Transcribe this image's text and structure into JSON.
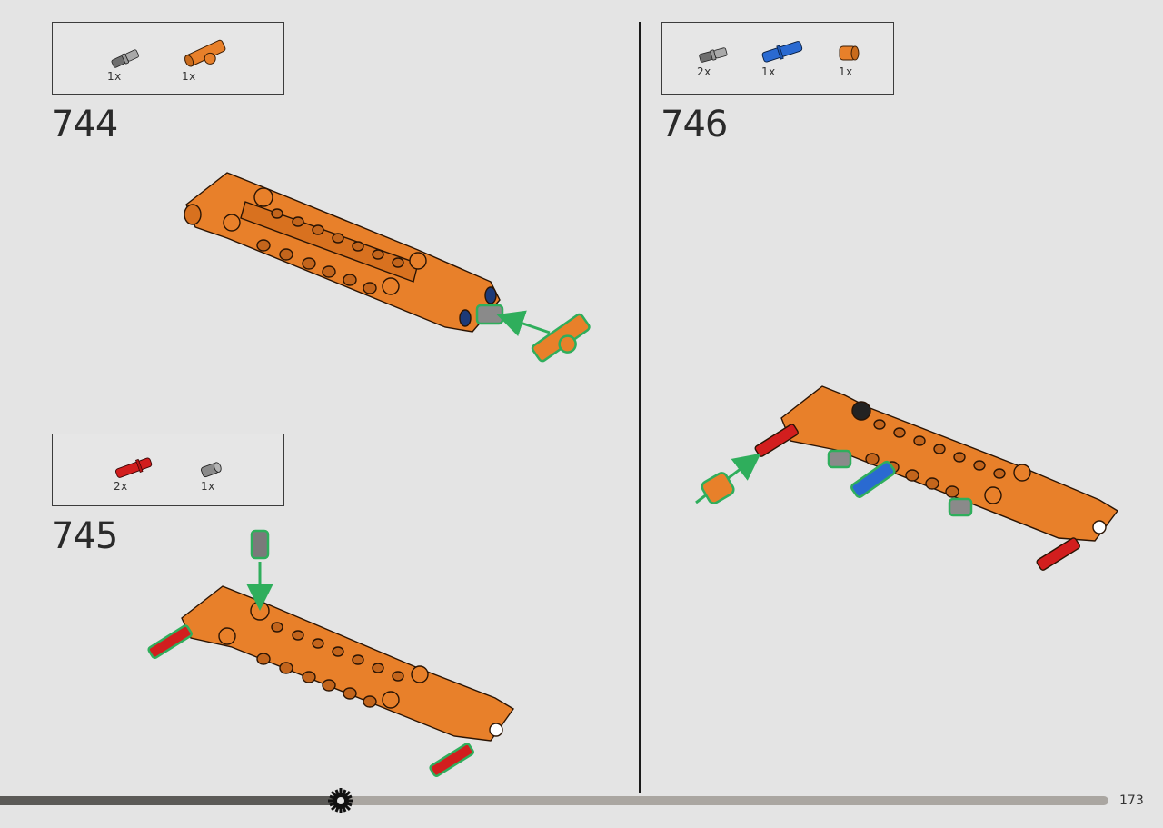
{
  "page": {
    "number": "173"
  },
  "steps": [
    {
      "number": "744",
      "parts": [
        {
          "icon": "gray-axle-pin-icon",
          "qty": "1x"
        },
        {
          "icon": "orange-cross-connector-icon",
          "qty": "1x"
        }
      ]
    },
    {
      "number": "745",
      "parts": [
        {
          "icon": "red-pin-icon",
          "qty": "2x"
        },
        {
          "icon": "gray-bush-icon",
          "qty": "1x"
        }
      ]
    },
    {
      "number": "746",
      "parts": [
        {
          "icon": "gray-axle-pin-icon",
          "qty": "2x"
        },
        {
          "icon": "blue-pin-icon",
          "qty": "1x"
        },
        {
          "icon": "orange-bush-icon",
          "qty": "1x"
        }
      ]
    }
  ],
  "progress": {
    "fraction": 0.3
  },
  "colors": {
    "orange": "#e8802a",
    "green_arrow": "#2fae5c",
    "red_pin": "#d21e1e",
    "blue_pin": "#2a6ad1",
    "gray": "#8a8a8a"
  }
}
